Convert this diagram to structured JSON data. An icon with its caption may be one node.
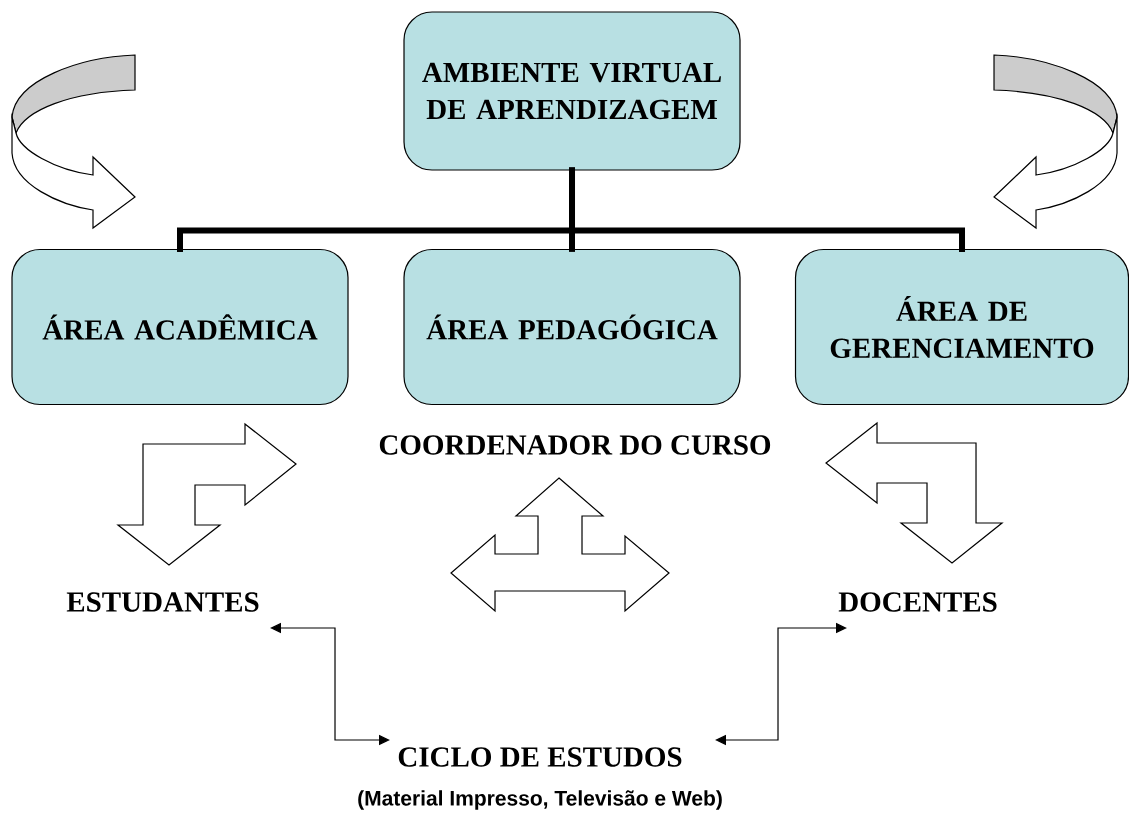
{
  "diagram": {
    "nodes": [
      {
        "text": [
          "AMBIENTE VIRTUAL DE APRENDIZAGEM"
        ]
      },
      {
        "text": [
          "ÁREA ACADÊMICA"
        ]
      },
      {
        "text": [
          "ÁREA PEDAGÓGICA"
        ]
      },
      {
        "text": [
          "ÁREA DE GERENCIAMENTO"
        ]
      },
      {
        "text": [
          "COORDENADOR DO CURSO"
        ]
      },
      {
        "text": [
          "ESTUDANTES"
        ]
      },
      {
        "text": [
          "DOCENTES"
        ]
      },
      {
        "text": [
          "CICLO DE ESTUDOS"
        ],
        "beside": [
          "(Material Impresso, Televisão e Web)"
        ]
      }
    ],
    "edges": [
      {
        "from": 0,
        "to": 1,
        "arrow": "none"
      },
      {
        "from": 0,
        "to": 2,
        "arrow": "none"
      },
      {
        "from": 0,
        "to": 3,
        "arrow": "none"
      },
      {
        "from": 5,
        "to": 4,
        "arrow": "both"
      },
      {
        "from": 6,
        "to": 4,
        "arrow": "both"
      },
      {
        "from": 5,
        "to": 7,
        "arrow": "both"
      },
      {
        "from": 7,
        "to": 6,
        "arrow": "both"
      }
    ]
  }
}
